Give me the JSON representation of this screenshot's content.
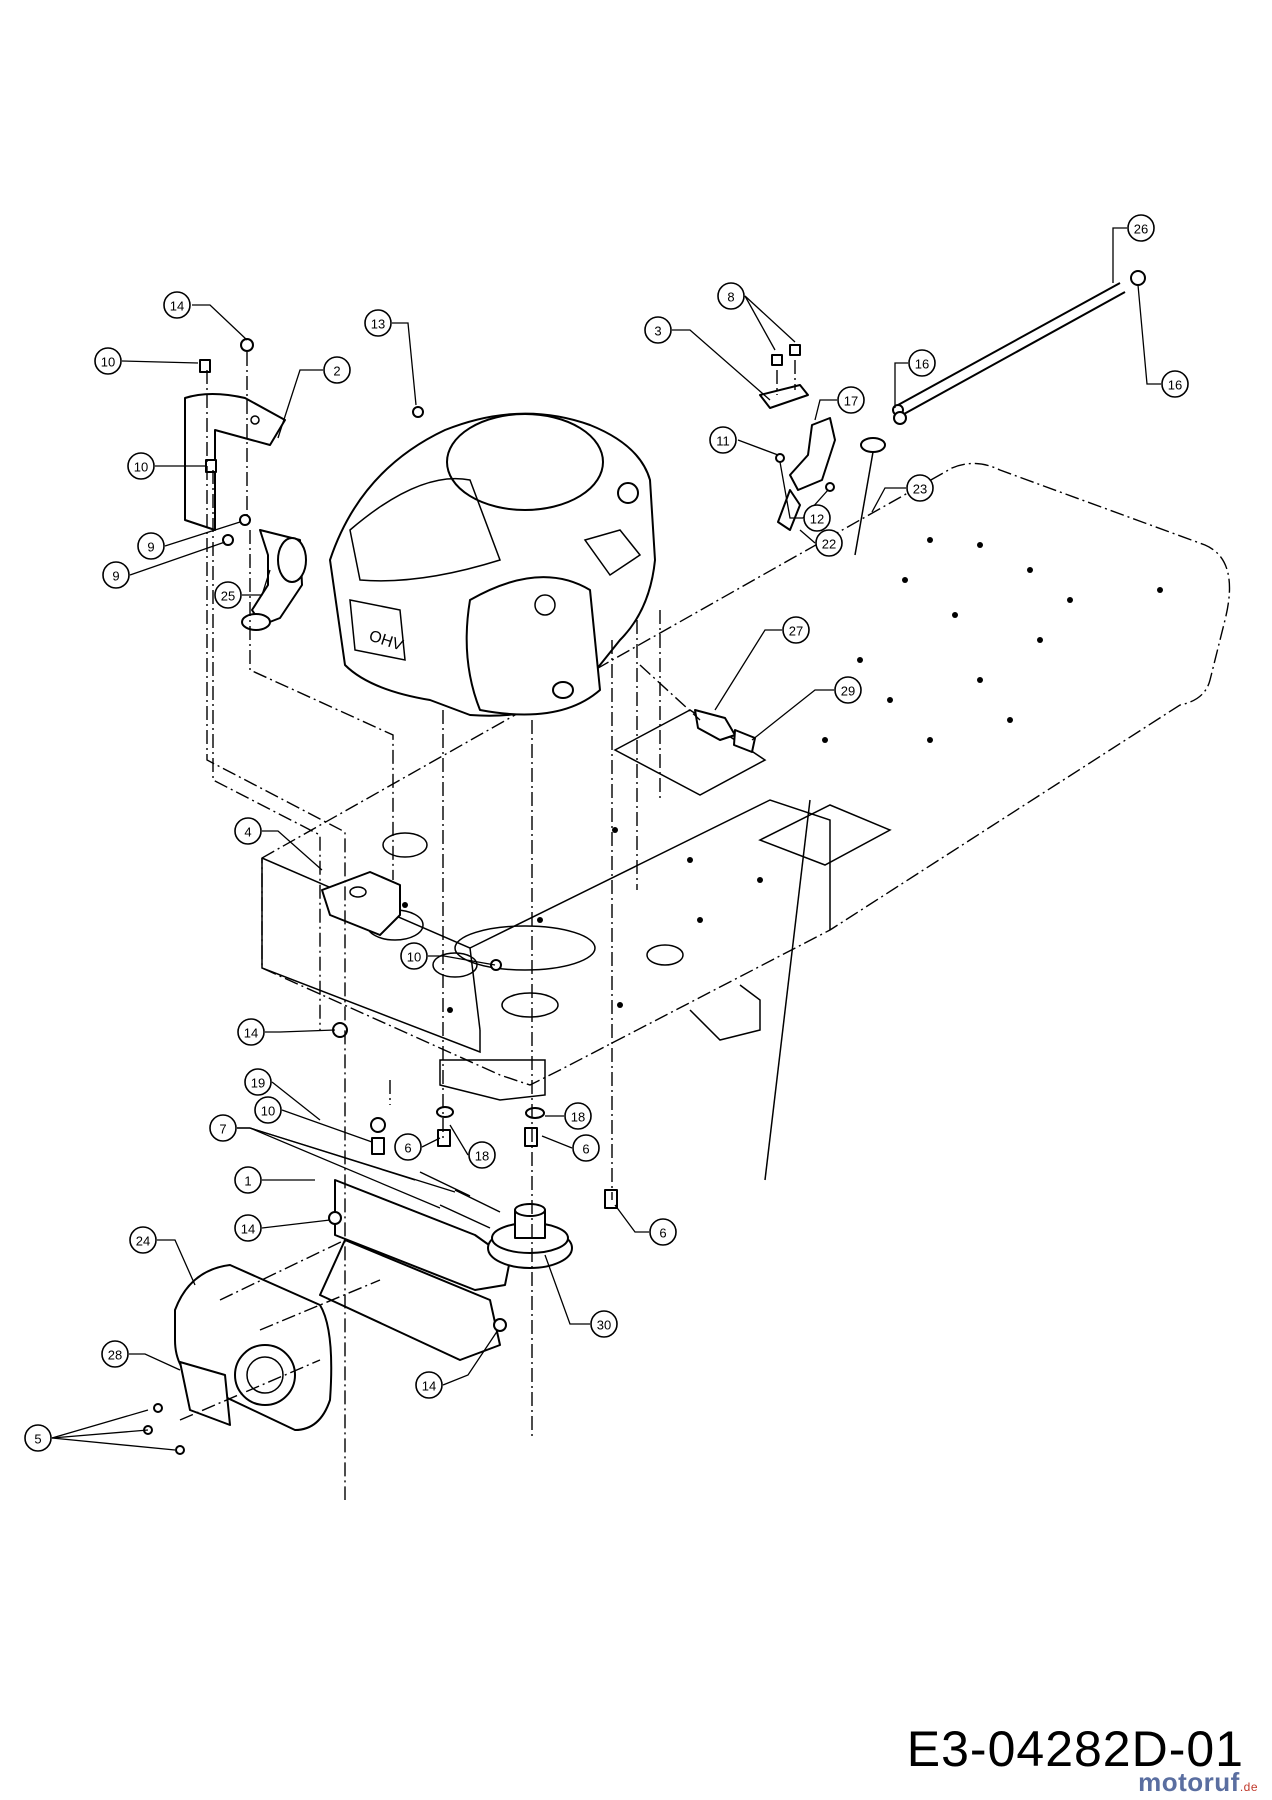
{
  "drawing_number": "E3-04282D-01",
  "watermark": {
    "brand": "motoruf",
    "suffix": ".de",
    "color_main": "#5a6ea0",
    "color_accent": "#c0392b"
  },
  "callouts": [
    "14",
    "10",
    "2",
    "10",
    "9",
    "9",
    "25",
    "13",
    "3",
    "8",
    "17",
    "11",
    "12",
    "22",
    "23",
    "26",
    "16",
    "16",
    "27",
    "29",
    "4",
    "10",
    "14",
    "19",
    "10",
    "7",
    "6",
    "18",
    "18",
    "6",
    "1",
    "14",
    "24",
    "28",
    "5",
    "30",
    "14",
    "6"
  ]
}
